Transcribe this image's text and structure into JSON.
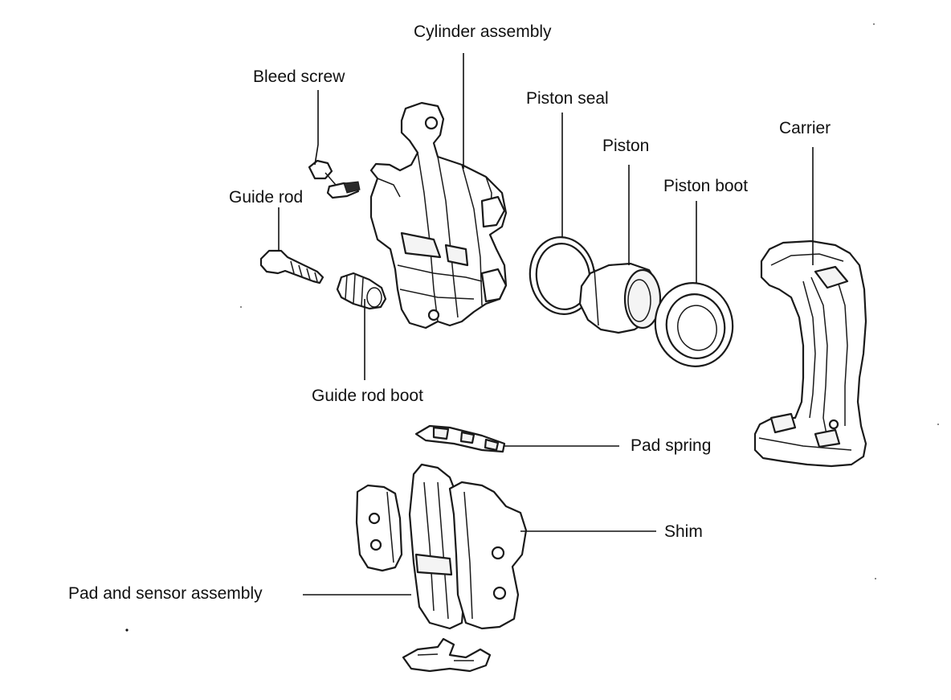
{
  "labels": {
    "cylinder_assembly": "Cylinder assembly",
    "bleed_screw": "Bleed screw",
    "guide_rod": "Guide rod",
    "guide_rod_boot": "Guide rod boot",
    "piston_seal": "Piston seal",
    "piston": "Piston",
    "piston_boot": "Piston boot",
    "carrier": "Carrier",
    "pad_spring": "Pad spring",
    "shim": "Shim",
    "pad_and_sensor_assembly": "Pad and sensor assembly"
  },
  "colors": {
    "background": "#ffffff",
    "ink": "#111111"
  }
}
